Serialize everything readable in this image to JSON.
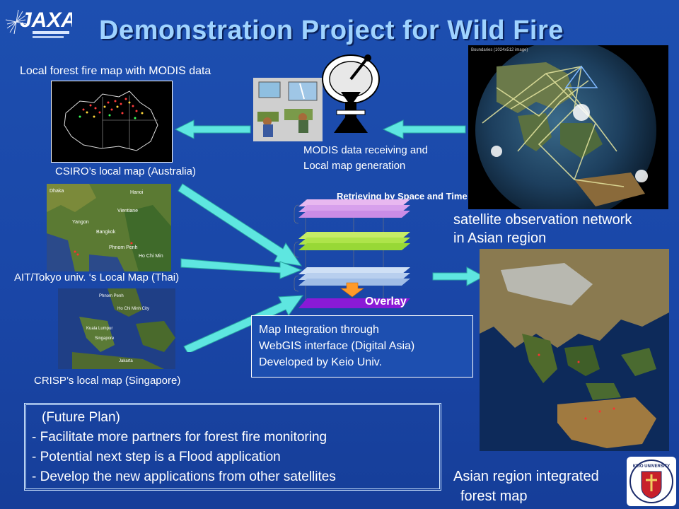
{
  "logo": {
    "text": "JAXA"
  },
  "title": "Demonstration Project for Wild Fire",
  "labels": {
    "local_fire_map": "Local forest fire map with MODIS data",
    "csiro": "CSIRO’s local map (Australia)",
    "modis_receiving_1": "MODIS data receiving and",
    "modis_receiving_2": "Local map generation",
    "retrieving": "Retrieving by Space and Time",
    "network_1": "satellite observation network",
    "network_2": "in Asian region",
    "ait": "AIT/Tokyo univ. ‘s Local Map (Thai)",
    "overlay": "Overlay",
    "crisp": "CRISP’s local map (Singapore)",
    "asian_1": "Asian region integrated",
    "asian_2": "forest map"
  },
  "integration": [
    "Map Integration through",
    "WebGIS interface (Digital Asia)",
    "Developed by Keio Univ."
  ],
  "future": {
    "heading": "(Future Plan)",
    "items": [
      "- Facilitate more partners for forest fire monitoring",
      "- Potential next step is a Flood application",
      "- Develop the new applications from other satellites"
    ]
  },
  "seal": {
    "text": "KEIO UNIVERSITY"
  },
  "colors": {
    "background": "#1d4fb0",
    "title": "#9fd3ff",
    "arrow": "#5ee6e0"
  }
}
